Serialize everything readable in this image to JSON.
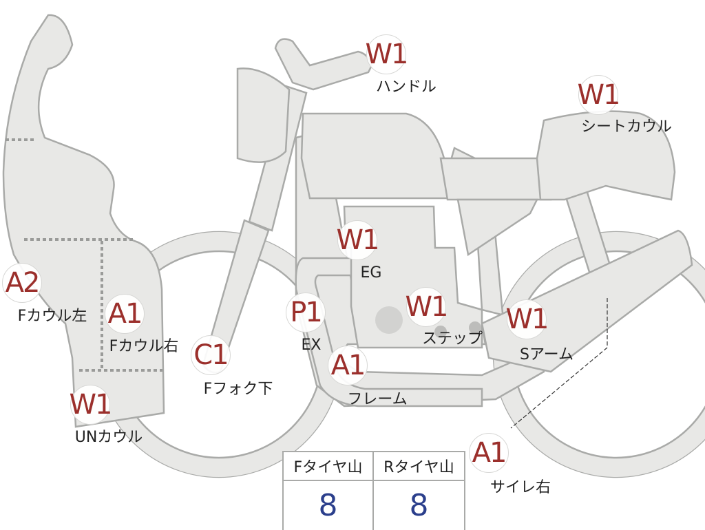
{
  "colors": {
    "part_fill": "#e8e8e6",
    "outline": "#a9aaa8",
    "grade_text": "#9b2f2b",
    "tread_value": "#2b3f8c"
  },
  "grades": [
    {
      "id": "handle",
      "grade": "W1",
      "label": "ハンドル"
    },
    {
      "id": "seat-cowl",
      "grade": "W1",
      "label": "シートカウル"
    },
    {
      "id": "engine",
      "grade": "W1",
      "label": "EG"
    },
    {
      "id": "f-cowl-left",
      "grade": "A2",
      "label": "Fカウル左"
    },
    {
      "id": "f-cowl-right",
      "grade": "A1",
      "label": "Fカウル右"
    },
    {
      "id": "exhaust",
      "grade": "P1",
      "label": "EX"
    },
    {
      "id": "step",
      "grade": "W1",
      "label": "ステップ"
    },
    {
      "id": "swing-arm",
      "grade": "W1",
      "label": "Sアーム"
    },
    {
      "id": "f-fork-lower",
      "grade": "C1",
      "label": "Fフォク下"
    },
    {
      "id": "frame",
      "grade": "A1",
      "label": "フレーム"
    },
    {
      "id": "under-cowl",
      "grade": "W1",
      "label": "UNカウル"
    },
    {
      "id": "silencer-right",
      "grade": "A1",
      "label": "サイレ右"
    }
  ],
  "tread": {
    "front_label": "Fタイヤ山",
    "rear_label": "Rタイヤ山",
    "front_value": "8",
    "rear_value": "8"
  }
}
